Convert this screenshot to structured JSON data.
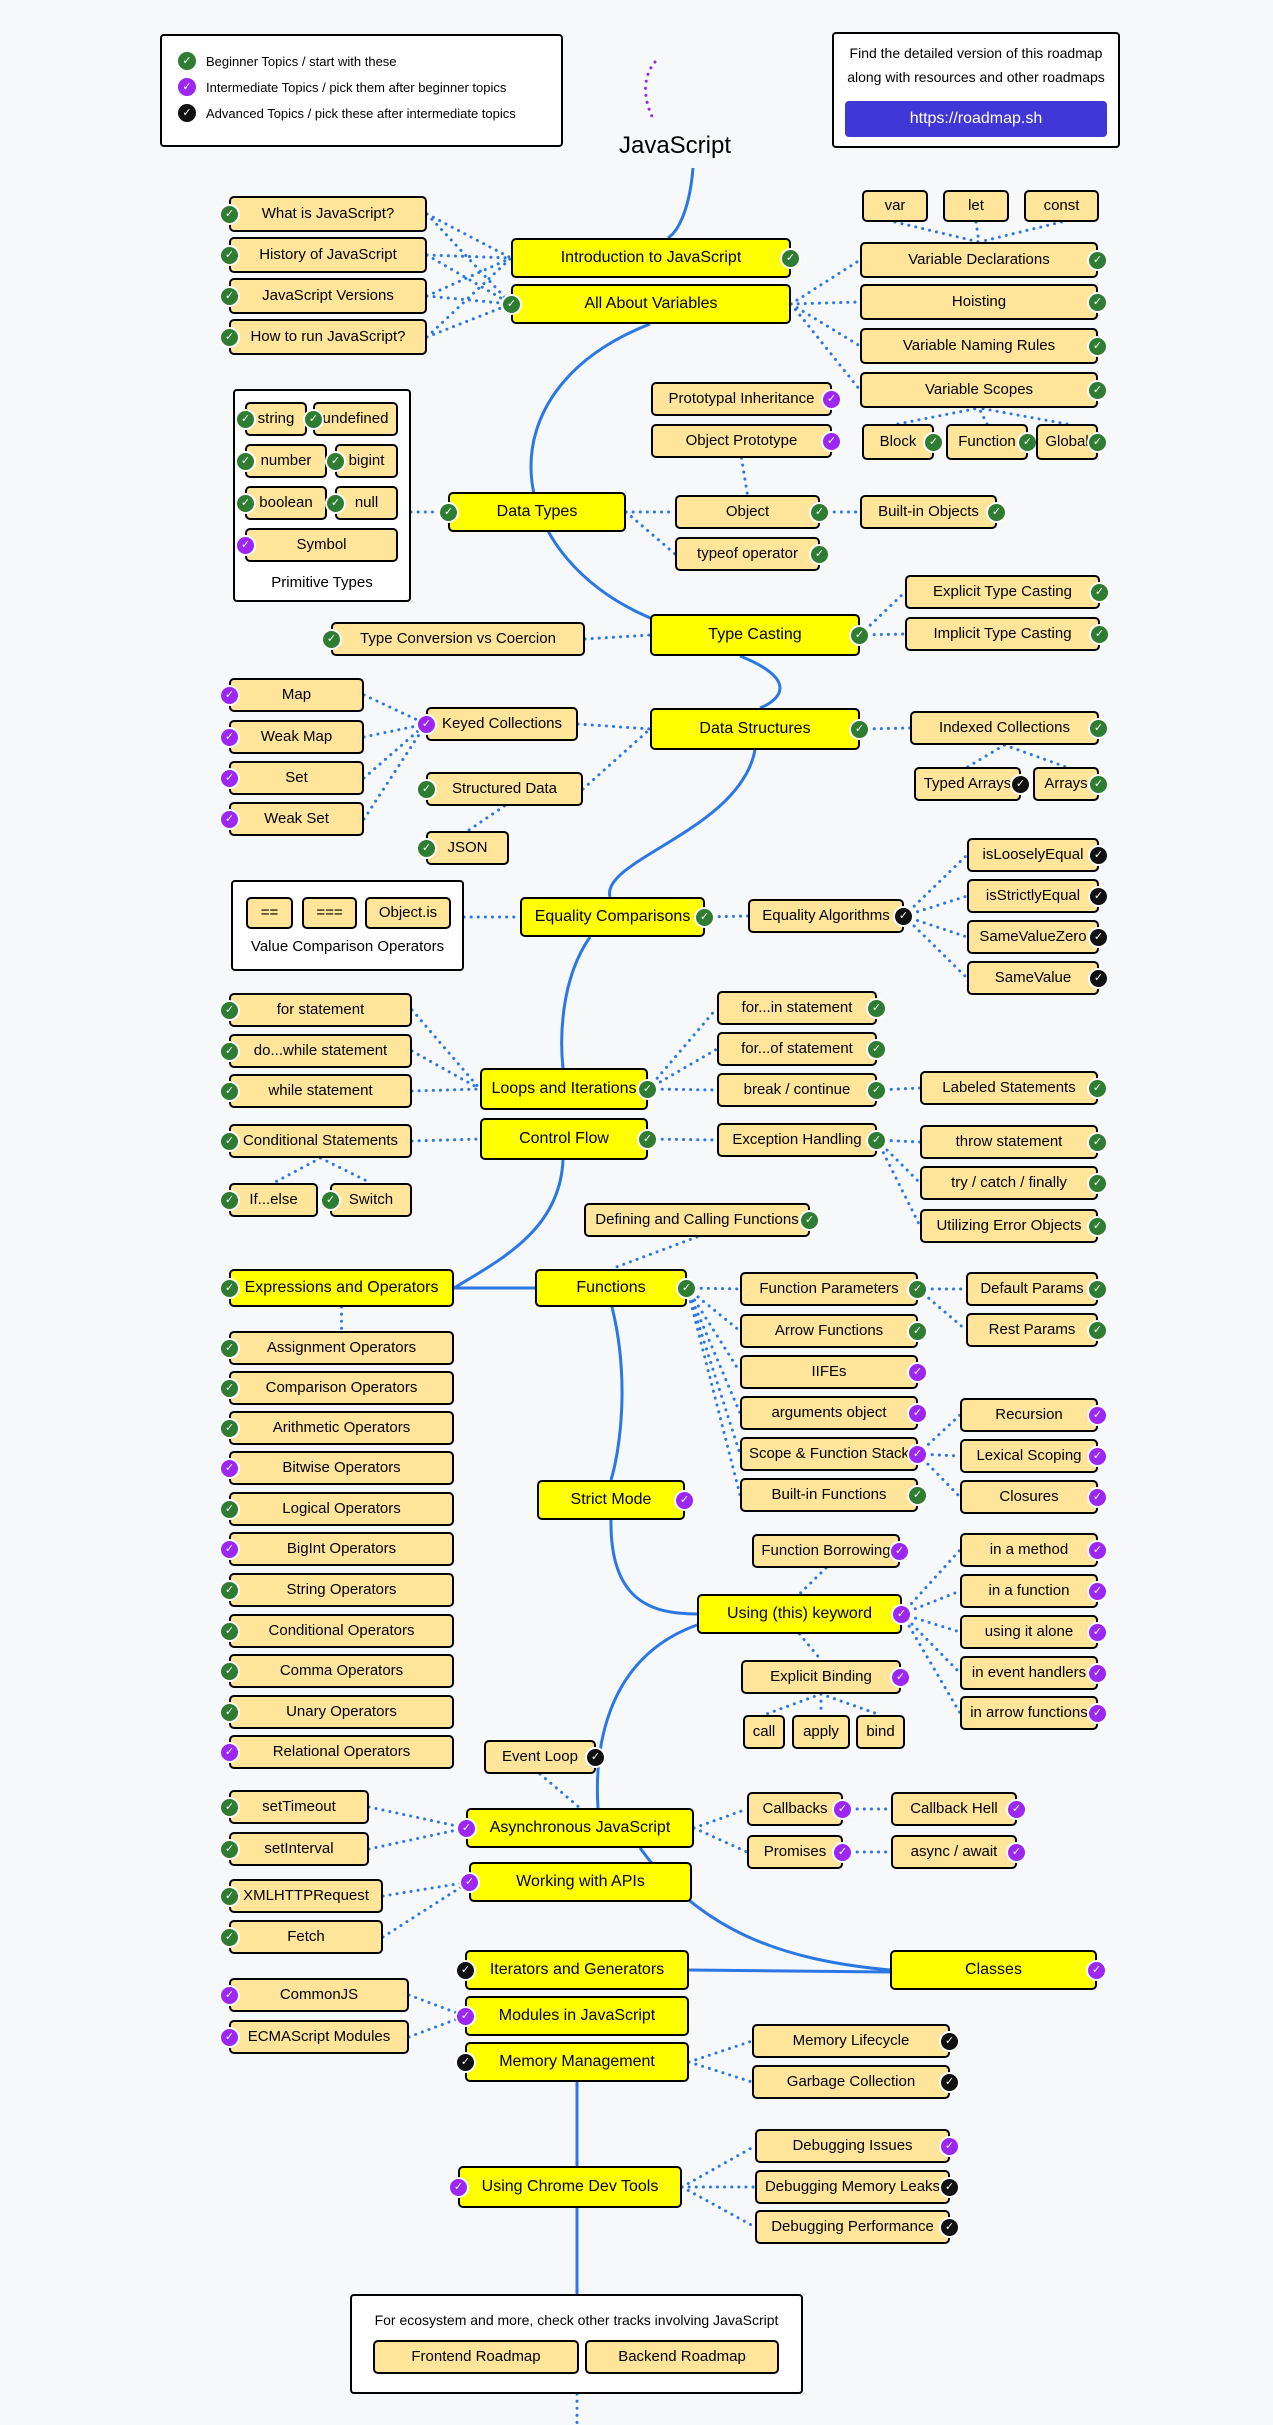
{
  "title": "JavaScript",
  "legend": [
    {
      "status": "done",
      "text": "Beginner Topics / start with these"
    },
    {
      "status": "inter",
      "text": "Intermediate Topics / pick them after beginner topics"
    },
    {
      "status": "adv",
      "text": "Advanced Topics / pick these after intermediate topics"
    }
  ],
  "info": {
    "text_line1": "Find the detailed version of this roadmap",
    "text_line2": "along with resources and other roadmaps",
    "link_label": "https://roadmap.sh"
  },
  "groups": {
    "primitive_types": "Primitive Types",
    "value_comparison": "Value Comparison Operators"
  },
  "footer": {
    "text": "For ecosystem and more, check other tracks involving JavaScript",
    "frontend": "Frontend Roadmap",
    "backend": "Backend Roadmap"
  },
  "colors": {
    "topic": "#ffff00",
    "subtopic": "#ffe599",
    "spine": "#2b78e4",
    "beginner": "#2f7d32",
    "intermediate": "#9d27f2",
    "advanced": "#111111",
    "link_button": "#4136d6"
  },
  "nodes": [
    {
      "id": "what-is-js",
      "label": "What is JavaScript?",
      "type": "sub",
      "status": "done"
    },
    {
      "id": "history-js",
      "label": "History of JavaScript",
      "type": "sub",
      "status": "done"
    },
    {
      "id": "js-versions",
      "label": "JavaScript Versions",
      "type": "sub",
      "status": "done"
    },
    {
      "id": "how-to-run",
      "label": "How to run JavaScript?",
      "type": "sub",
      "status": "done"
    },
    {
      "id": "intro-js",
      "label": "Introduction to JavaScript",
      "type": "topic",
      "status": "done"
    },
    {
      "id": "all-about-vars",
      "label": "All About Variables",
      "type": "topic",
      "status": "done"
    },
    {
      "id": "var",
      "label": "var",
      "type": "sub"
    },
    {
      "id": "let",
      "label": "let",
      "type": "sub"
    },
    {
      "id": "const",
      "label": "const",
      "type": "sub"
    },
    {
      "id": "var-decl",
      "label": "Variable Declarations",
      "type": "sub",
      "status": "done"
    },
    {
      "id": "hoisting",
      "label": "Hoisting",
      "type": "sub",
      "status": "done"
    },
    {
      "id": "var-naming",
      "label": "Variable Naming Rules",
      "type": "sub",
      "status": "done"
    },
    {
      "id": "var-scopes",
      "label": "Variable Scopes",
      "type": "sub",
      "status": "done"
    },
    {
      "id": "block",
      "label": "Block",
      "type": "sub",
      "status": "done"
    },
    {
      "id": "function-scope",
      "label": "Function",
      "type": "sub",
      "status": "done"
    },
    {
      "id": "global",
      "label": "Global",
      "type": "sub",
      "status": "done"
    },
    {
      "id": "string",
      "label": "string",
      "type": "sub",
      "status": "done"
    },
    {
      "id": "undefined",
      "label": "undefined",
      "type": "sub",
      "status": "done"
    },
    {
      "id": "number",
      "label": "number",
      "type": "sub",
      "status": "done"
    },
    {
      "id": "bigint",
      "label": "bigint",
      "type": "sub",
      "status": "done"
    },
    {
      "id": "boolean",
      "label": "boolean",
      "type": "sub",
      "status": "done"
    },
    {
      "id": "null",
      "label": "null",
      "type": "sub",
      "status": "done"
    },
    {
      "id": "symbol",
      "label": "Symbol",
      "type": "sub",
      "status": "inter"
    },
    {
      "id": "data-types",
      "label": "Data Types",
      "type": "topic",
      "status": "done"
    },
    {
      "id": "proto-inherit",
      "label": "Prototypal Inheritance",
      "type": "sub",
      "status": "inter"
    },
    {
      "id": "obj-proto",
      "label": "Object Prototype",
      "type": "sub",
      "status": "inter"
    },
    {
      "id": "object",
      "label": "Object",
      "type": "sub",
      "status": "done"
    },
    {
      "id": "typeof",
      "label": "typeof operator",
      "type": "sub",
      "status": "done"
    },
    {
      "id": "builtin-objects",
      "label": "Built-in Objects",
      "type": "sub",
      "status": "done"
    },
    {
      "id": "explicit-cast",
      "label": "Explicit Type Casting",
      "type": "sub",
      "status": "done"
    },
    {
      "id": "implicit-cast",
      "label": "Implicit Type Casting",
      "type": "sub",
      "status": "done"
    },
    {
      "id": "type-conv",
      "label": "Type Conversion vs Coercion",
      "type": "sub",
      "status": "done"
    },
    {
      "id": "type-casting",
      "label": "Type Casting",
      "type": "topic",
      "status": "done"
    },
    {
      "id": "map",
      "label": "Map",
      "type": "sub",
      "status": "inter"
    },
    {
      "id": "weak-map",
      "label": "Weak Map",
      "type": "sub",
      "status": "inter"
    },
    {
      "id": "set",
      "label": "Set",
      "type": "sub",
      "status": "inter"
    },
    {
      "id": "weak-set",
      "label": "Weak Set",
      "type": "sub",
      "status": "inter"
    },
    {
      "id": "keyed",
      "label": "Keyed Collections",
      "type": "sub",
      "status": "inter"
    },
    {
      "id": "structured",
      "label": "Structured Data",
      "type": "sub",
      "status": "done"
    },
    {
      "id": "json",
      "label": "JSON",
      "type": "sub",
      "status": "done"
    },
    {
      "id": "data-structures",
      "label": "Data Structures",
      "type": "topic",
      "status": "done"
    },
    {
      "id": "indexed",
      "label": "Indexed Collections",
      "type": "sub",
      "status": "done"
    },
    {
      "id": "typed-arrays",
      "label": "Typed Arrays",
      "type": "sub",
      "status": "adv"
    },
    {
      "id": "arrays",
      "label": "Arrays",
      "type": "sub",
      "status": "done"
    },
    {
      "id": "loose-eq",
      "label": "==",
      "type": "sub"
    },
    {
      "id": "strict-eq",
      "label": "===",
      "type": "sub"
    },
    {
      "id": "object-is",
      "label": "Object.is",
      "type": "sub"
    },
    {
      "id": "equality",
      "label": "Equality Comparisons",
      "type": "topic",
      "status": "done"
    },
    {
      "id": "equality-algos",
      "label": "Equality Algorithms",
      "type": "sub",
      "status": "adv"
    },
    {
      "id": "is-loosely",
      "label": "isLooselyEqual",
      "type": "sub",
      "status": "adv"
    },
    {
      "id": "is-strictly",
      "label": "isStrictlyEqual",
      "type": "sub",
      "status": "adv"
    },
    {
      "id": "same-value-zero",
      "label": "SameValueZero",
      "type": "sub",
      "status": "adv"
    },
    {
      "id": "same-value",
      "label": "SameValue",
      "type": "sub",
      "status": "adv"
    },
    {
      "id": "for-stmt",
      "label": "for statement",
      "type": "sub",
      "status": "done"
    },
    {
      "id": "do-while",
      "label": "do...while statement",
      "type": "sub",
      "status": "done"
    },
    {
      "id": "while-stmt",
      "label": "while statement",
      "type": "sub",
      "status": "done"
    },
    {
      "id": "loops",
      "label": "Loops and Iterations",
      "type": "topic",
      "status": "done"
    },
    {
      "id": "for-in",
      "label": "for...in statement",
      "type": "sub",
      "status": "done"
    },
    {
      "id": "for-of",
      "label": "for...of statement",
      "type": "sub",
      "status": "done"
    },
    {
      "id": "break-continue",
      "label": "break / continue",
      "type": "sub",
      "status": "done"
    },
    {
      "id": "labeled",
      "label": "Labeled Statements",
      "type": "sub",
      "status": "done"
    },
    {
      "id": "conditional-stmts",
      "label": "Conditional Statements",
      "type": "sub",
      "status": "done"
    },
    {
      "id": "if-else",
      "label": "If...else",
      "type": "sub",
      "status": "done"
    },
    {
      "id": "switch",
      "label": "Switch",
      "type": "sub",
      "status": "done"
    },
    {
      "id": "control-flow",
      "label": "Control Flow",
      "type": "topic",
      "status": "done"
    },
    {
      "id": "exception",
      "label": "Exception Handling",
      "type": "sub",
      "status": "done"
    },
    {
      "id": "throw",
      "label": "throw statement",
      "type": "sub",
      "status": "done"
    },
    {
      "id": "try-catch",
      "label": "try / catch / finally",
      "type": "sub",
      "status": "done"
    },
    {
      "id": "error-objects",
      "label": "Utilizing Error Objects",
      "type": "sub",
      "status": "done"
    },
    {
      "id": "def-call-fn",
      "label": "Defining and Calling Functions",
      "type": "sub",
      "status": "done"
    },
    {
      "id": "expressions",
      "label": "Expressions and Operators",
      "type": "topic",
      "status": "done"
    },
    {
      "id": "functions",
      "label": "Functions",
      "type": "topic",
      "status": "done"
    },
    {
      "id": "fn-params",
      "label": "Function Parameters",
      "type": "sub",
      "status": "done"
    },
    {
      "id": "default-params",
      "label": "Default Params",
      "type": "sub",
      "status": "done"
    },
    {
      "id": "rest-params",
      "label": "Rest Params",
      "type": "sub",
      "status": "done"
    },
    {
      "id": "arrow-fns",
      "label": "Arrow Functions",
      "type": "sub",
      "status": "done"
    },
    {
      "id": "iifes",
      "label": "IIFEs",
      "type": "sub",
      "status": "inter"
    },
    {
      "id": "arguments-obj",
      "label": "arguments object",
      "type": "sub",
      "status": "inter"
    },
    {
      "id": "scope-stack",
      "label": "Scope & Function Stack",
      "type": "sub",
      "status": "inter"
    },
    {
      "id": "builtin-fns",
      "label": "Built-in Functions",
      "type": "sub",
      "status": "done"
    },
    {
      "id": "recursion",
      "label": "Recursion",
      "type": "sub",
      "status": "inter"
    },
    {
      "id": "lexical",
      "label": "Lexical Scoping",
      "type": "sub",
      "status": "inter"
    },
    {
      "id": "closures",
      "label": "Closures",
      "type": "sub",
      "status": "inter"
    },
    {
      "id": "assign-ops",
      "label": "Assignment Operators",
      "type": "sub",
      "status": "done"
    },
    {
      "id": "compare-ops",
      "label": "Comparison Operators",
      "type": "sub",
      "status": "done"
    },
    {
      "id": "arith-ops",
      "label": "Arithmetic Operators",
      "type": "sub",
      "status": "done"
    },
    {
      "id": "bitwise-ops",
      "label": "Bitwise Operators",
      "type": "sub",
      "status": "inter"
    },
    {
      "id": "logical-ops",
      "label": "Logical Operators",
      "type": "sub",
      "status": "done"
    },
    {
      "id": "bigint-ops",
      "label": "BigInt Operators",
      "type": "sub",
      "status": "inter"
    },
    {
      "id": "string-ops",
      "label": "String Operators",
      "type": "sub",
      "status": "done"
    },
    {
      "id": "cond-ops",
      "label": "Conditional Operators",
      "type": "sub",
      "status": "done"
    },
    {
      "id": "comma-ops",
      "label": "Comma Operators",
      "type": "sub",
      "status": "done"
    },
    {
      "id": "unary-ops",
      "label": "Unary Operators",
      "type": "sub",
      "status": "done"
    },
    {
      "id": "relational-ops",
      "label": "Relational Operators",
      "type": "sub",
      "status": "inter"
    },
    {
      "id": "strict-mode",
      "label": "Strict Mode",
      "type": "topic",
      "status": "inter"
    },
    {
      "id": "fn-borrowing",
      "label": "Function Borrowing",
      "type": "sub",
      "status": "inter"
    },
    {
      "id": "this-keyword",
      "label": "Using (this) keyword",
      "type": "topic",
      "status": "inter"
    },
    {
      "id": "in-method",
      "label": "in a method",
      "type": "sub",
      "status": "inter"
    },
    {
      "id": "in-function",
      "label": "in a function",
      "type": "sub",
      "status": "inter"
    },
    {
      "id": "alone",
      "label": "using it alone",
      "type": "sub",
      "status": "inter"
    },
    {
      "id": "event-handlers",
      "label": "in event handlers",
      "type": "sub",
      "status": "inter"
    },
    {
      "id": "arrow-this",
      "label": "in arrow functions",
      "type": "sub",
      "status": "inter"
    },
    {
      "id": "explicit-binding",
      "label": "Explicit Binding",
      "type": "sub",
      "status": "inter"
    },
    {
      "id": "call",
      "label": "call",
      "type": "sub"
    },
    {
      "id": "apply",
      "label": "apply",
      "type": "sub"
    },
    {
      "id": "bind",
      "label": "bind",
      "type": "sub"
    },
    {
      "id": "event-loop",
      "label": "Event Loop",
      "type": "sub",
      "status": "adv"
    },
    {
      "id": "set-timeout",
      "label": "setTimeout",
      "type": "sub",
      "status": "done"
    },
    {
      "id": "set-interval",
      "label": "setInterval",
      "type": "sub",
      "status": "done"
    },
    {
      "id": "async-js",
      "label": "Asynchronous JavaScript",
      "type": "topic",
      "status": "inter"
    },
    {
      "id": "callbacks",
      "label": "Callbacks",
      "type": "sub",
      "status": "inter"
    },
    {
      "id": "callback-hell",
      "label": "Callback Hell",
      "type": "sub",
      "status": "inter"
    },
    {
      "id": "promises",
      "label": "Promises",
      "type": "sub",
      "status": "inter"
    },
    {
      "id": "async-await",
      "label": "async / await",
      "type": "sub",
      "status": "inter"
    },
    {
      "id": "xhr",
      "label": "XMLHTTPRequest",
      "type": "sub",
      "status": "done"
    },
    {
      "id": "fetch",
      "label": "Fetch",
      "type": "sub",
      "status": "done"
    },
    {
      "id": "apis",
      "label": "Working with APIs",
      "type": "topic",
      "status": "inter"
    },
    {
      "id": "iterators",
      "label": "Iterators and Generators",
      "type": "topic",
      "status": "adv"
    },
    {
      "id": "classes",
      "label": "Classes",
      "type": "topic",
      "status": "inter"
    },
    {
      "id": "commonjs",
      "label": "CommonJS",
      "type": "sub",
      "status": "inter"
    },
    {
      "id": "esm",
      "label": "ECMAScript Modules",
      "type": "sub",
      "status": "inter"
    },
    {
      "id": "modules",
      "label": "Modules in JavaScript",
      "type": "topic",
      "status": "inter"
    },
    {
      "id": "memory",
      "label": "Memory Management",
      "type": "topic",
      "status": "adv"
    },
    {
      "id": "mem-lifecycle",
      "label": "Memory Lifecycle",
      "type": "sub",
      "status": "adv"
    },
    {
      "id": "gc",
      "label": "Garbage Collection",
      "type": "sub",
      "status": "adv"
    },
    {
      "id": "devtools",
      "label": "Using Chrome Dev Tools",
      "type": "topic",
      "status": "inter"
    },
    {
      "id": "debug-issues",
      "label": "Debugging Issues",
      "type": "sub",
      "status": "inter"
    },
    {
      "id": "debug-leaks",
      "label": "Debugging Memory Leaks",
      "type": "sub",
      "status": "adv"
    },
    {
      "id": "debug-perf",
      "label": "Debugging Performance",
      "type": "sub",
      "status": "adv"
    }
  ]
}
